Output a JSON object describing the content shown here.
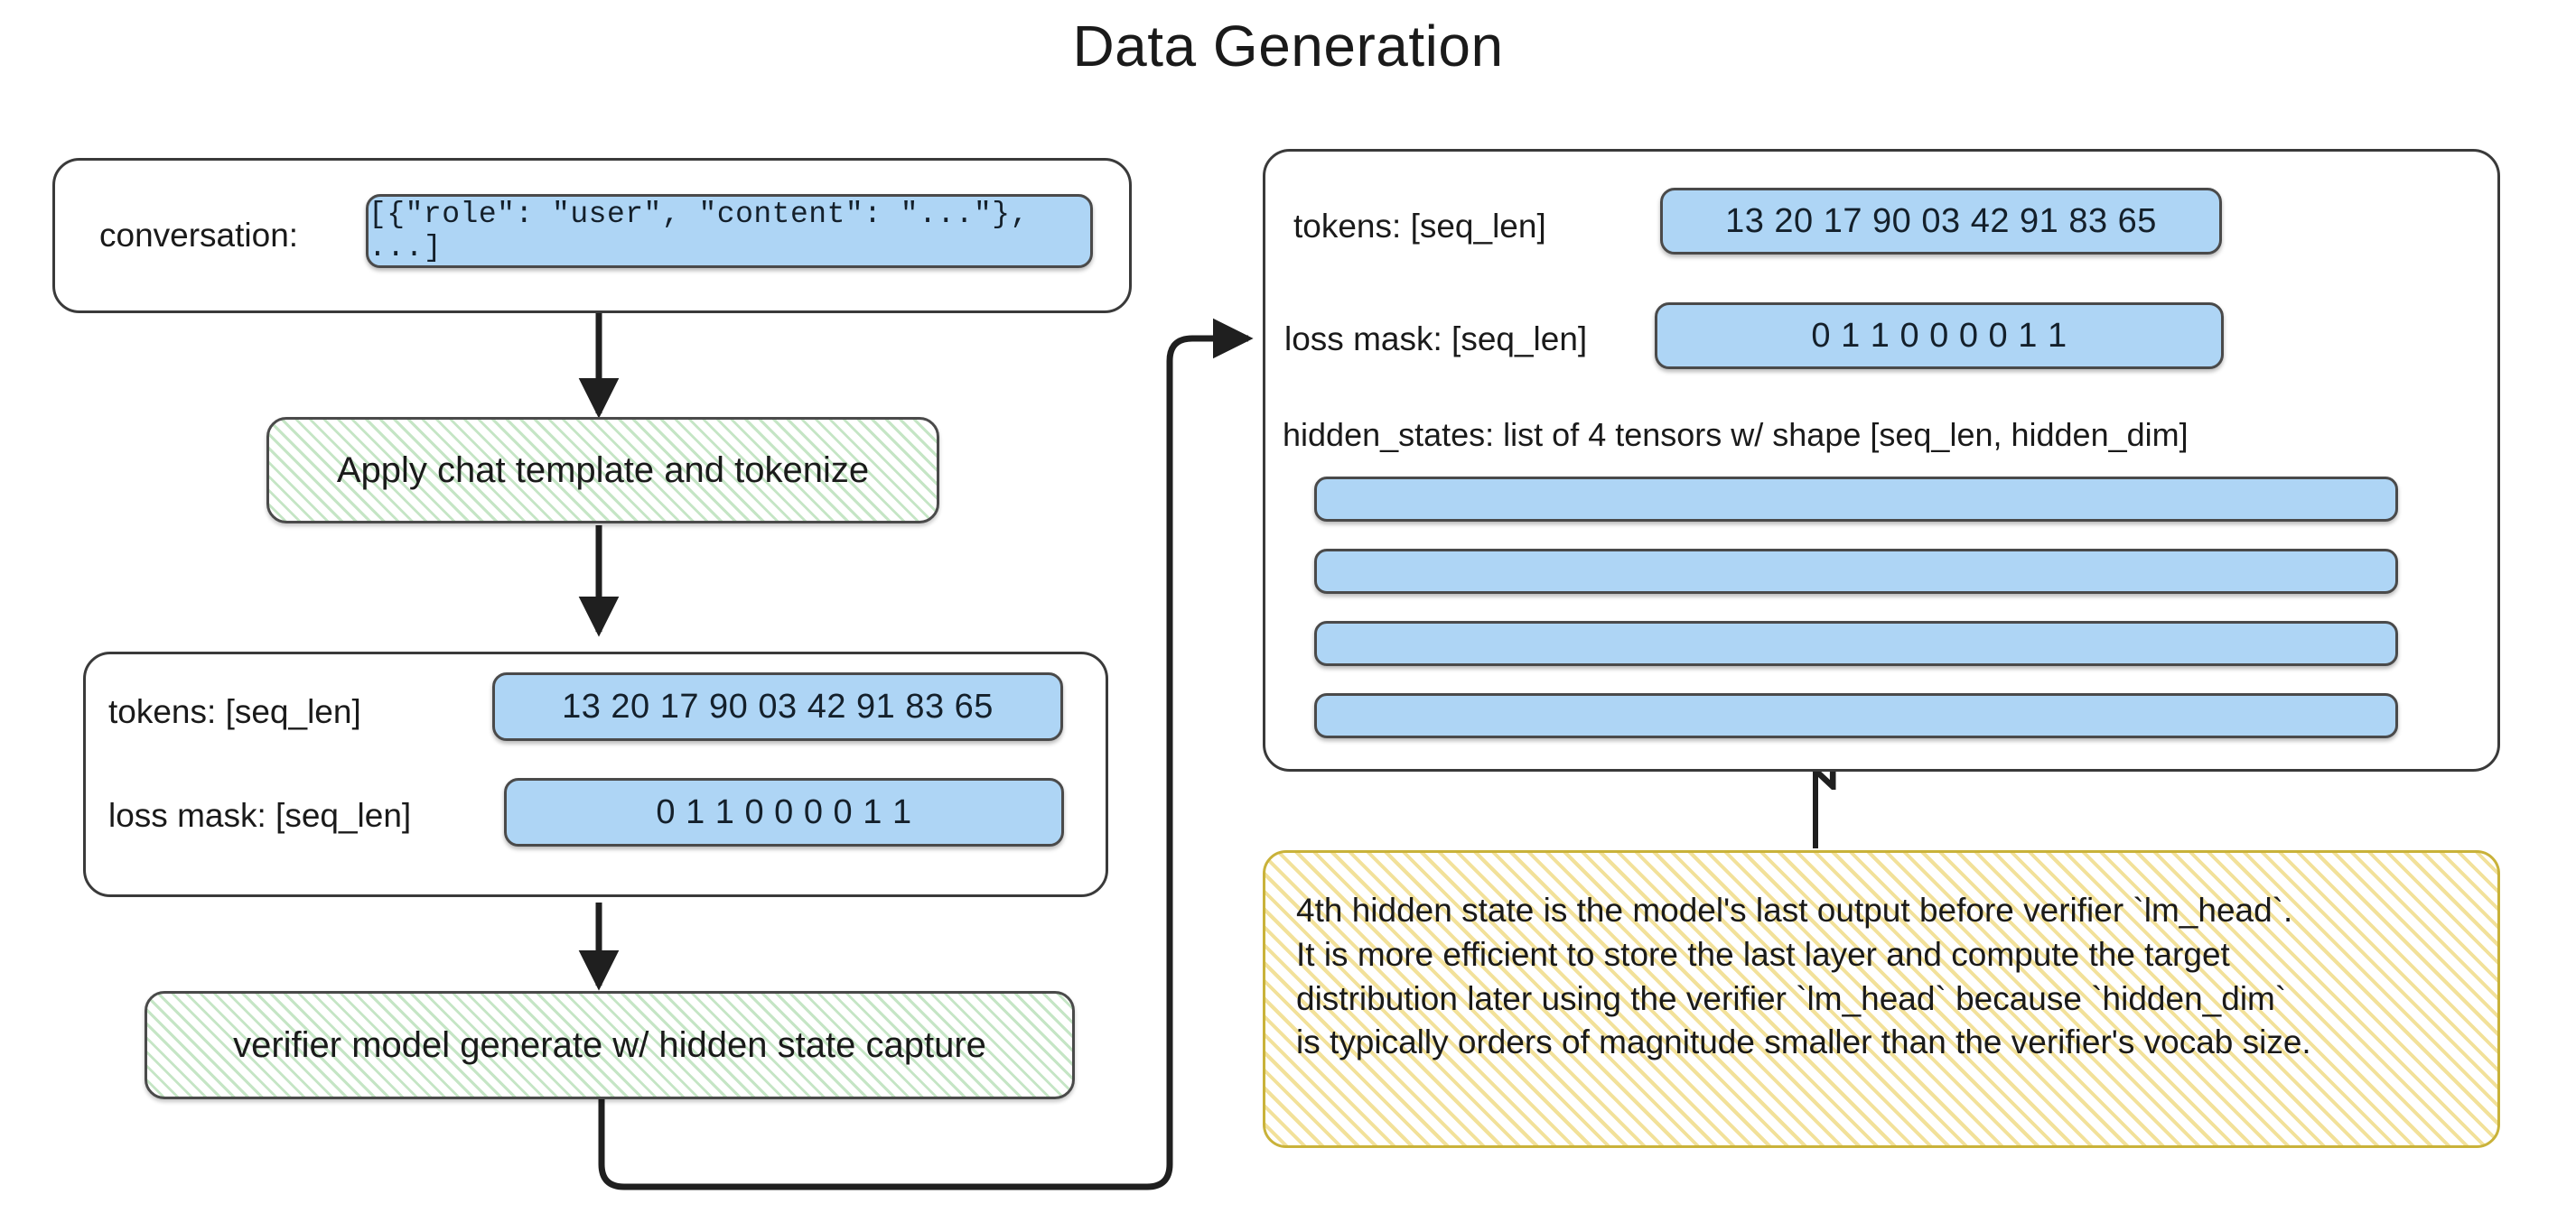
{
  "title": "Data Generation",
  "colors": {
    "chip_blue": "#aed5f5",
    "process_green": "#6ebe6e",
    "note_yellow": "#e8c846",
    "stroke": "#3a3a3a",
    "background": "#ffffff"
  },
  "left_flow": {
    "input_box": {
      "field_label": "conversation:",
      "value": "[{\"role\": \"user\", \"content\": \"...\"}, ...]"
    },
    "step_1": {
      "label": "Apply chat template and tokenize"
    },
    "tokens_box": {
      "rows": [
        {
          "label": "tokens: [seq_len]",
          "values": "13 20 17 90 03 42 91 83 65"
        },
        {
          "label": "loss mask: [seq_len]",
          "values": "0   1   1   0   0   0   0   1   1"
        }
      ]
    },
    "step_2": {
      "label": "verifier model generate w/ hidden state capture"
    }
  },
  "right_panel": {
    "rows": [
      {
        "label": "tokens: [seq_len]",
        "values": "13 20 17 90 03 42 91 83 65"
      },
      {
        "label": "loss mask: [seq_len]",
        "values": "0   1   1   0   0   0   0   1   1"
      }
    ],
    "hidden_states_label": "hidden_states: list of 4 tensors w/ shape [seq_len, hidden_dim]",
    "tensor_count": 4
  },
  "note": {
    "lines": [
      "4th hidden state is the model's last output before verifier `lm_head`.",
      "It is more efficient to store the last layer and compute the target",
      "distribution later using the verifier `lm_head` because `hidden_dim`",
      "is typically orders of magnitude smaller than the verifier's vocab size."
    ]
  }
}
